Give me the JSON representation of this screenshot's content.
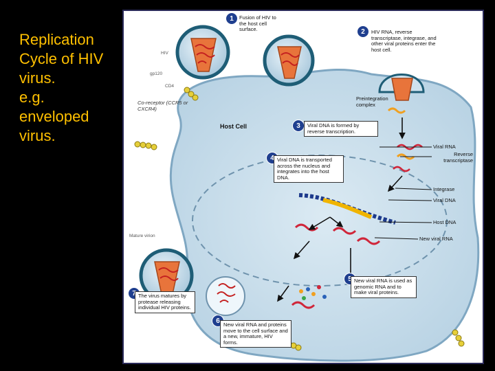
{
  "slide": {
    "title_lines": [
      "Replication",
      "Cycle of HIV",
      "virus.",
      "e.g.",
      "enveloped",
      "virus."
    ]
  },
  "figure": {
    "steps": [
      {
        "num": "1",
        "text": "Fusion of HIV to the host cell surface."
      },
      {
        "num": "2",
        "text": "HIV RNA, reverse transcriptase, integrase, and other viral proteins enter the host cell."
      },
      {
        "num": "3",
        "text": "Viral DNA is formed by reverse transcription."
      },
      {
        "num": "4",
        "text": "Viral DNA is transported across the nucleus and integrates into the host DNA."
      },
      {
        "num": "5",
        "text": "New viral RNA is used as genomic RNA and to make viral proteins."
      },
      {
        "num": "6",
        "text": "New viral RNA and proteins move to the cell surface and a new, immature, HIV forms."
      },
      {
        "num": "7",
        "text": "The virus matures by protease releasing individual HIV proteins."
      }
    ],
    "labels": {
      "hiv": "HIV",
      "gp120": "gp120",
      "cd4": "CD4",
      "coreceptor": "Co-receptor (CCR5 or CXCR4)",
      "host_cell": "Host Cell",
      "preintegration": "Preintegration complex",
      "viral_rna": "Viral RNA",
      "reverse_transcriptase": "Reverse transcriptase",
      "integrase": "Integrase",
      "viral_dna": "Viral DNA",
      "host_dna": "Host DNA",
      "new_viral_rna": "New viral RNA",
      "mature_virion": "Mature virion"
    }
  }
}
